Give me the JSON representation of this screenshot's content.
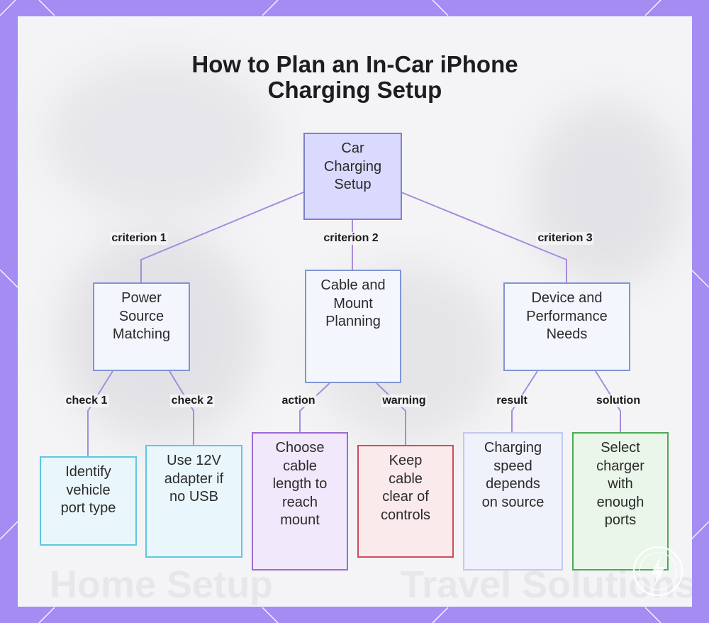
{
  "title_lines": [
    "How to Plan an In-Car iPhone",
    "Charging Setup"
  ],
  "background_text": [
    "Home Setup",
    "Travel Solutions"
  ],
  "colors": {
    "frame": "#a48cf3",
    "card": "#f4f4f6",
    "edge": "#a78bde",
    "root_fill": "#d9dafd",
    "root_border": "#7b7fd3",
    "criterion_fill": "#f4f6fd",
    "criterion_border": "#7f95d3",
    "cyan_fill": "#e9f6fb",
    "cyan_border": "#5fc7df",
    "purple_fill": "#f1e8fb",
    "purple_border": "#9b6bd3",
    "red_fill": "#fbeaec",
    "red_border": "#d44a59",
    "lavender_fill": "#eff1fb",
    "lavender_border": "#c2c9ec",
    "green_fill": "#eaf6ea",
    "green_border": "#4caa55"
  },
  "nodes": {
    "root": {
      "lines": [
        "Car",
        "Charging",
        "Setup"
      ]
    },
    "power": {
      "lines": [
        "Power",
        "Source",
        "Matching"
      ]
    },
    "cable": {
      "lines": [
        "Cable and",
        "Mount",
        "Planning"
      ]
    },
    "device": {
      "lines": [
        "Device and",
        "Performance",
        "Needs"
      ]
    },
    "identify": {
      "lines": [
        "Identify",
        "vehicle",
        "port type"
      ]
    },
    "adapter": {
      "lines": [
        "Use 12V",
        "adapter if",
        "no USB"
      ]
    },
    "length": {
      "lines": [
        "Choose",
        "cable",
        "length to",
        "reach",
        "mount"
      ]
    },
    "clear": {
      "lines": [
        "Keep",
        "cable",
        "clear of",
        "controls"
      ]
    },
    "speed": {
      "lines": [
        "Charging",
        "speed",
        "depends",
        "on source"
      ]
    },
    "charger": {
      "lines": [
        "Select",
        "charger",
        "with",
        "enough",
        "ports"
      ]
    }
  },
  "edge_labels": {
    "criterion_1": "criterion 1",
    "criterion_2": "criterion 2",
    "criterion_3": "criterion 3",
    "check_1": "check 1",
    "check_2": "check 2",
    "action": "action",
    "warning": "warning",
    "result": "result",
    "solution": "solution"
  },
  "badge_icon": "lightning-icon"
}
